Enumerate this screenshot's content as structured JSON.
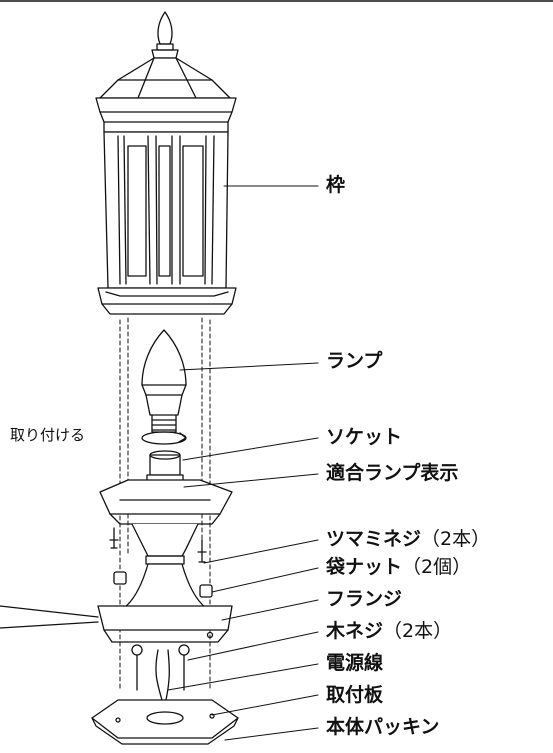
{
  "labels": {
    "frame": "枠",
    "lamp": "ランプ",
    "socket": "ソケット",
    "compatible_lamp_display": "適合ランプ表示",
    "thumb_screw": "ツマミネジ",
    "thumb_screw_qty": "（2本）",
    "cap_nut": "袋ナット",
    "cap_nut_qty": "（2個）",
    "flange": "フランジ",
    "wood_screw": "木ネジ",
    "wood_screw_qty": "（2本）",
    "power_cord": "電源線",
    "mounting_plate": "取付板",
    "body_gasket": "本体パッキン"
  },
  "annotation": {
    "attach": "取り付ける"
  }
}
